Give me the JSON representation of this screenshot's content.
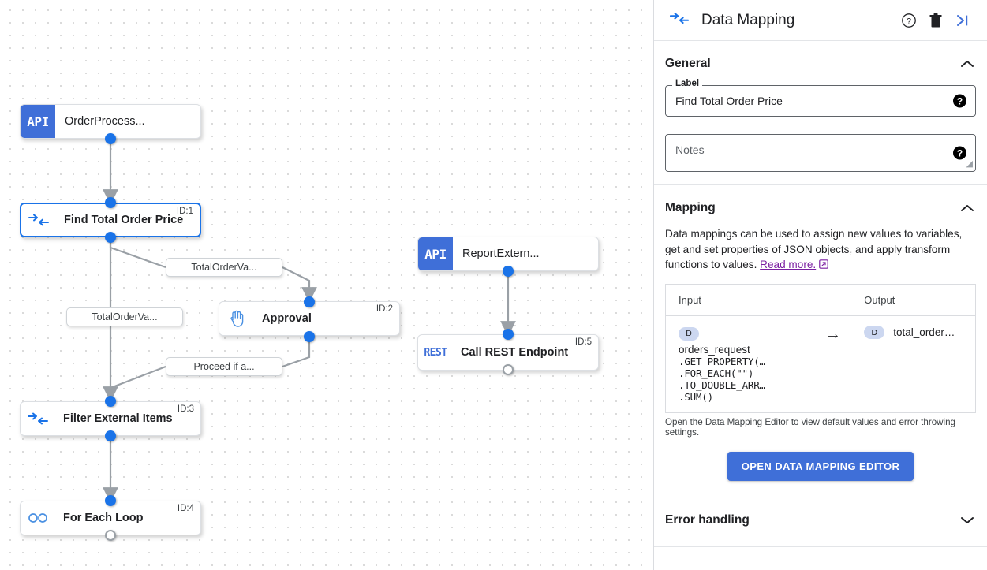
{
  "canvas": {
    "nodes": [
      {
        "id": "n0",
        "icon": "api-icon",
        "icon_text": "API",
        "label": "OrderProcess...",
        "id_tag": ""
      },
      {
        "id": "n1",
        "icon": "data-mapping-icon",
        "icon_text": "",
        "label": "Find Total Order Price",
        "id_tag": "ID:1"
      },
      {
        "id": "n2",
        "icon": "hand-approval-icon",
        "icon_text": "",
        "label": "Approval",
        "id_tag": "ID:2"
      },
      {
        "id": "n3",
        "icon": "data-mapping-icon",
        "icon_text": "",
        "label": "Filter External Items",
        "id_tag": "ID:3"
      },
      {
        "id": "n4",
        "icon": "infinity-loop-icon",
        "icon_text": "",
        "label": "For Each Loop",
        "id_tag": "ID:4"
      },
      {
        "id": "n5",
        "icon": "api-icon",
        "icon_text": "API",
        "label": "ReportExtern...",
        "id_tag": ""
      },
      {
        "id": "n6",
        "icon": "rest-icon",
        "icon_text": "REST",
        "label": "Call REST Endpoint",
        "id_tag": "ID:5"
      }
    ],
    "edge_labels": [
      {
        "id": "e0",
        "text": "TotalOrderVa..."
      },
      {
        "id": "e1",
        "text": "TotalOrderVa..."
      },
      {
        "id": "e2",
        "text": "Proceed if a..."
      }
    ]
  },
  "panel": {
    "header": {
      "icon": "data-mapping-icon",
      "title": "Data Mapping",
      "help_icon": "help-circle-icon",
      "delete_icon": "trash-icon",
      "collapse_icon": "collapse-panel-icon"
    },
    "general": {
      "title": "General",
      "collapse_state": "expanded",
      "label_field": {
        "label": "Label",
        "value": "Find Total Order Price",
        "help_icon": "help-icon"
      },
      "notes_field": {
        "placeholder": "Notes",
        "value": "",
        "help_icon": "help-icon"
      }
    },
    "mapping": {
      "title": "Mapping",
      "collapse_state": "expanded",
      "description": "Data mappings can be used to assign new values to variables, get and set properties of JSON objects, and apply transform functions to values.",
      "read_more": "Read more.",
      "table": {
        "columns": [
          "Input",
          "Output"
        ],
        "rows": [
          {
            "input_badge": "D",
            "input_name": "orders_request",
            "input_chain": [
              ".GET_PROPERTY(…",
              ".FOR_EACH(\"\")",
              ".TO_DOUBLE_ARR…",
              ".SUM()"
            ],
            "arrow": "→",
            "output_badge": "D",
            "output_name": "total_order…"
          }
        ]
      },
      "hint": "Open the Data Mapping Editor to view default values and error throwing settings.",
      "button_label": "OPEN DATA MAPPING EDITOR"
    },
    "error_handling": {
      "title": "Error handling",
      "collapse_state": "collapsed"
    }
  },
  "colors": {
    "accent_blue": "#3f6fd8",
    "port_blue": "#1a73e8",
    "link_purple": "#7b1fa2",
    "badge_blue": "#ccd7f0"
  }
}
